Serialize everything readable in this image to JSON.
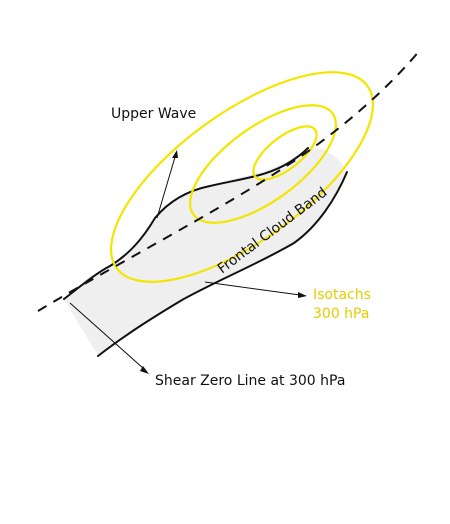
{
  "labels": {
    "upper_wave": "Upper Wave",
    "frontal_cloud_band": "Frontal Cloud Band",
    "isotachs_line1": "Isotachs",
    "isotachs_line2": "300 hPa",
    "shear_zero_line": "Shear Zero Line at 300 hPa"
  },
  "colors": {
    "isotach": "#f2e600",
    "isotach_label": "#e6cc00",
    "outline": "#111111",
    "cloud_fill": "#efefef",
    "background": "#ffffff"
  }
}
